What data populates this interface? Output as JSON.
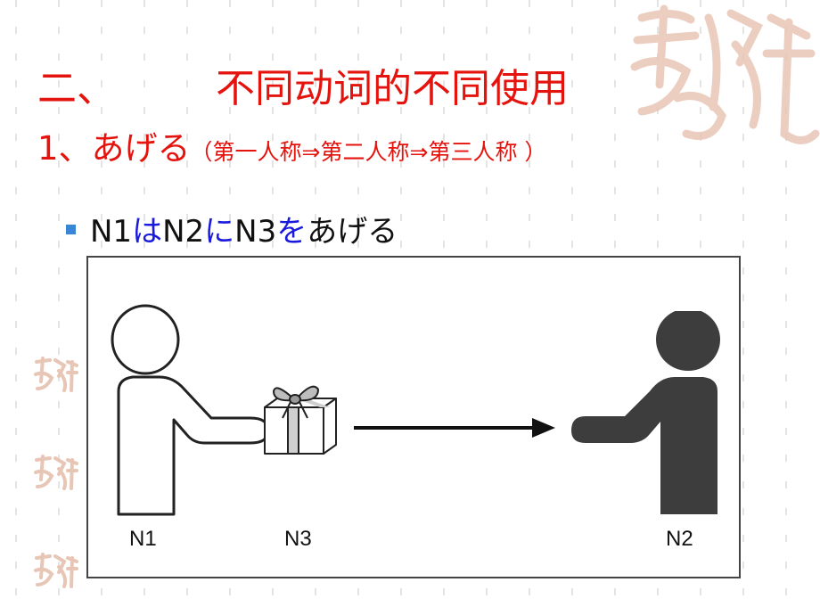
{
  "slide": {
    "heading_number": "二、",
    "heading_title": "不同动词的不同使用",
    "subheading_main": "1、あげる",
    "subheading_paren": "（第一人称⇒第二人称⇒第三人称 ）"
  },
  "bullet": {
    "segments": [
      {
        "text": "N1",
        "color": "default"
      },
      {
        "text": "は",
        "color": "blue"
      },
      {
        "text": "N2",
        "color": "default"
      },
      {
        "text": "に",
        "color": "blue"
      },
      {
        "text": "N3",
        "color": "default"
      },
      {
        "text": "を",
        "color": "blue"
      },
      {
        "text": "あげる",
        "color": "default"
      }
    ]
  },
  "figure": {
    "giver_label": "N1",
    "gift_label": "N3",
    "receiver_label": "N2",
    "giver_icon": "person-outline-icon",
    "gift_icon": "gift-box-icon",
    "receiver_icon": "person-filled-icon",
    "arrow_icon": "arrow-right-icon"
  },
  "colors": {
    "accent_red": "#e4130d",
    "particle_blue": "#1a1adc",
    "bullet_blue": "#3a86d6",
    "receiver_fill": "#3d3d3d",
    "decoration": "#e8c6b6"
  }
}
